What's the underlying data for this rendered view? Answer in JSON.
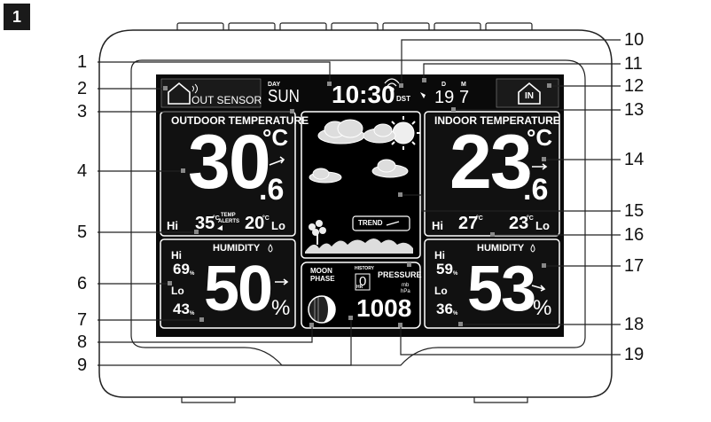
{
  "figure_number": "1",
  "callouts": [
    {
      "n": "1"
    },
    {
      "n": "2"
    },
    {
      "n": "3"
    },
    {
      "n": "4"
    },
    {
      "n": "5"
    },
    {
      "n": "6"
    },
    {
      "n": "7"
    },
    {
      "n": "8"
    },
    {
      "n": "9"
    },
    {
      "n": "10"
    },
    {
      "n": "11"
    },
    {
      "n": "12"
    },
    {
      "n": "13"
    },
    {
      "n": "14"
    },
    {
      "n": "15"
    },
    {
      "n": "16"
    },
    {
      "n": "17"
    },
    {
      "n": "18"
    },
    {
      "n": "19"
    }
  ],
  "display": {
    "out_sensor_label": "OUT SENSOR",
    "day_label": "DAY",
    "day_value": "SUN",
    "time_value": "10:30",
    "dst_label": "DST",
    "date_d_label": "D",
    "date_m_label": "M",
    "date_d_value": "19",
    "date_m_value": "7",
    "in_label": "IN",
    "outdoor": {
      "title": "OUTDOOR TEMPERATURE",
      "temp_int": "30",
      "temp_dec": ".6",
      "unit": "°C",
      "hi_label": "Hi",
      "hi_value": "35",
      "hi_unit": "°C",
      "alerts_label_1": "TEMP",
      "alerts_label_2": "ALERTS",
      "lo_value": "20",
      "lo_unit": "°C",
      "lo_label": "Lo",
      "humidity_title": "HUMIDITY",
      "hum_hi_label": "Hi",
      "hum_hi_value": "69",
      "hum_lo_label": "Lo",
      "hum_lo_value": "43",
      "hum_value": "50",
      "hum_unit": "%",
      "small_pct": "%"
    },
    "indoor": {
      "title": "INDOOR TEMPERATURE",
      "temp_int": "23",
      "temp_dec": ".6",
      "unit": "°C",
      "hi_label": "Hi",
      "hi_value": "27",
      "hi_unit": "°C",
      "lo_value": "23",
      "lo_unit": "°C",
      "lo_label": "Lo",
      "humidity_title": "HUMIDITY",
      "hum_hi_label": "Hi",
      "hum_hi_value": "59",
      "hum_lo_label": "Lo",
      "hum_lo_value": "36",
      "hum_value": "53",
      "hum_unit": "%",
      "small_pct": "%"
    },
    "trend_label": "TREND",
    "moon_label_1": "MOON",
    "moon_label_2": "PHASE",
    "history_label": "HISTORY",
    "history_value": "0",
    "history_unit": "HR",
    "pressure_label": "PRESSURE",
    "pressure_unit_1": "mb",
    "pressure_unit_2": "hPa",
    "pressure_value": "1008"
  }
}
